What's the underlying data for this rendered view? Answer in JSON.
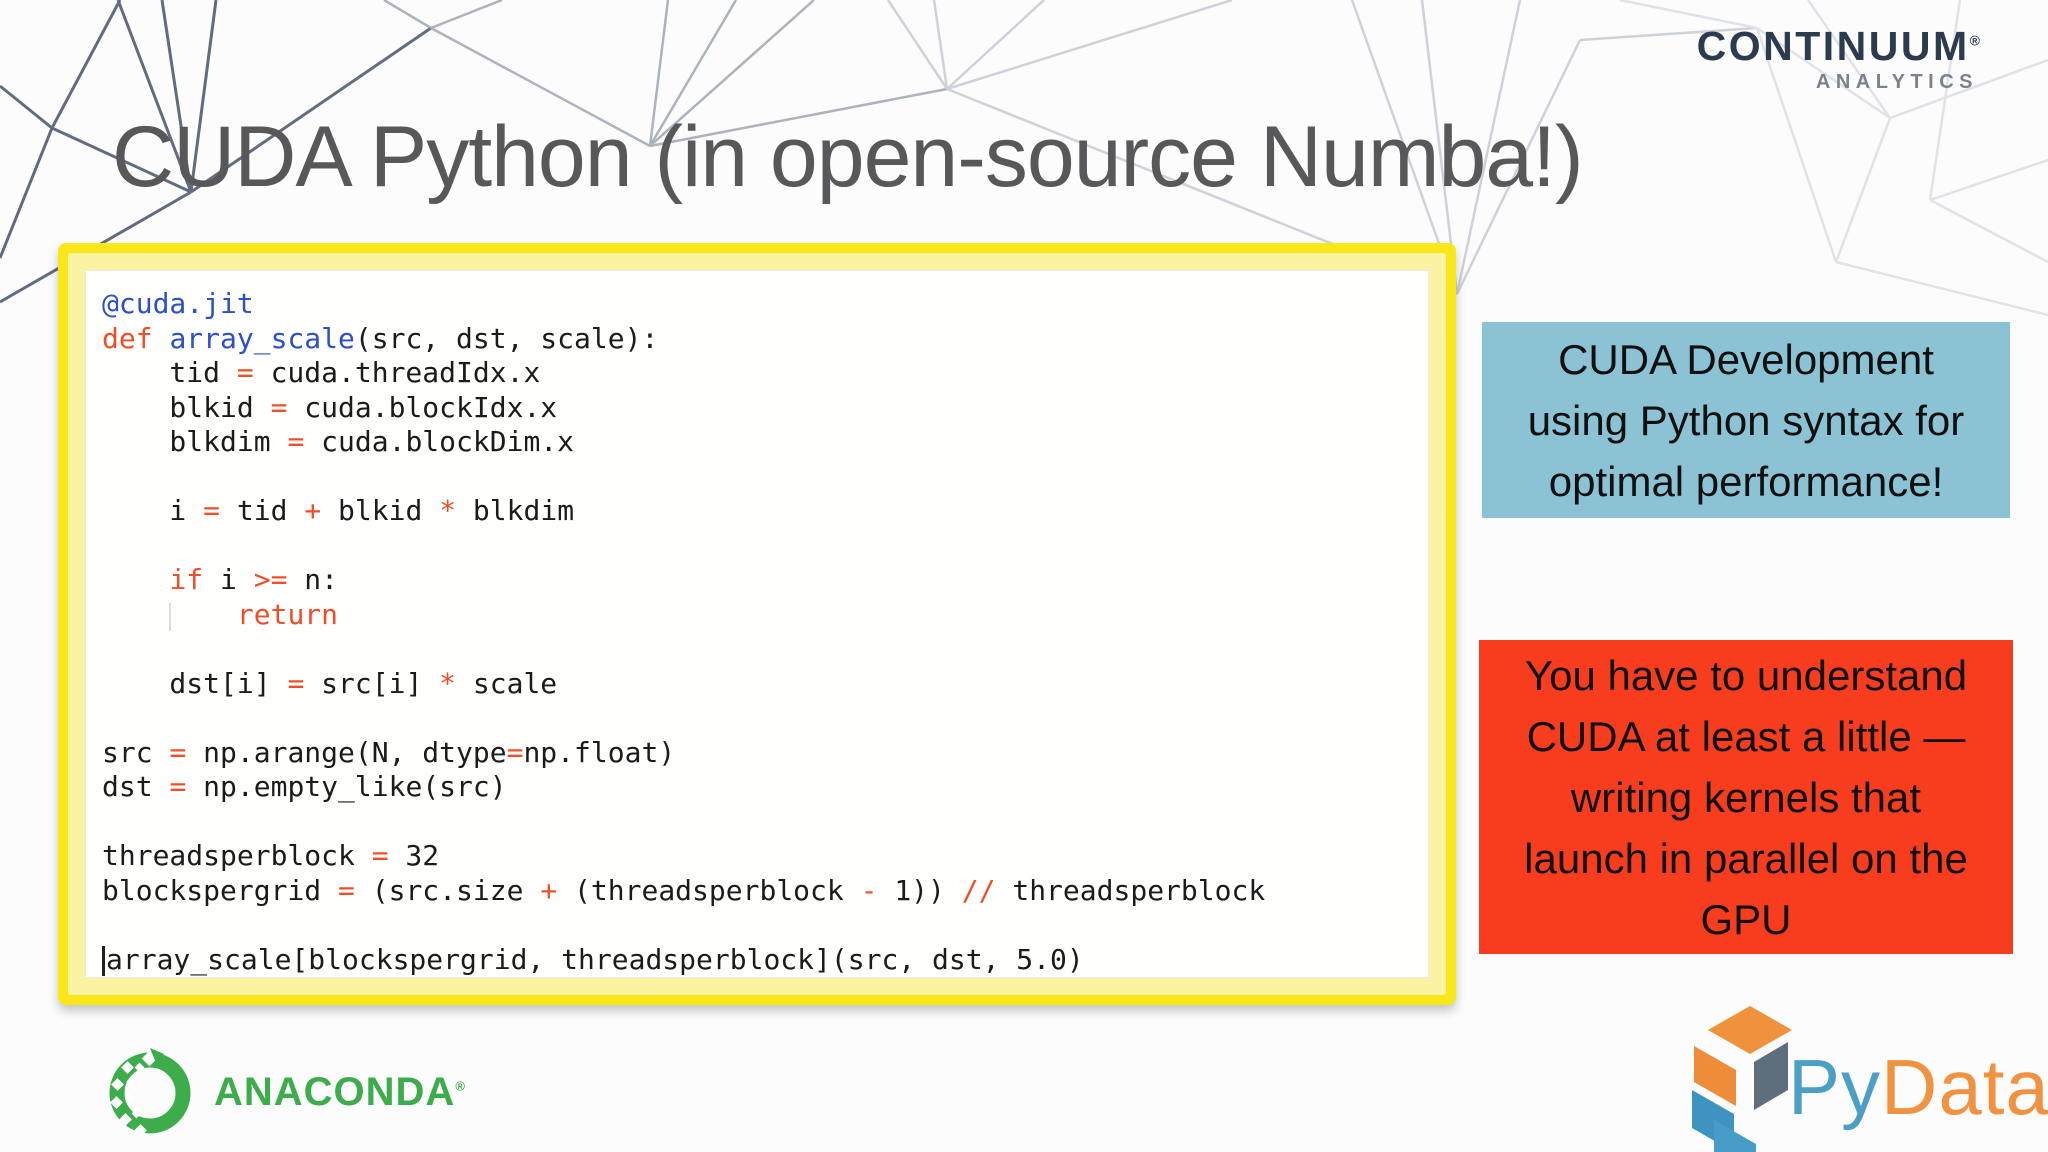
{
  "title": "CUDA Python (in open-source Numba!)",
  "logos": {
    "continuum": {
      "name": "CONTINUUM",
      "reg": "®",
      "sub": "ANALYTICS"
    },
    "anaconda": {
      "text": "ANACONDA",
      "reg": "®"
    },
    "pydata": {
      "py": "Py",
      "data": "Data"
    }
  },
  "callouts": {
    "blue": {
      "bg": "#8cc3d4",
      "lines": [
        "CUDA Development",
        "using Python syntax for",
        "optimal performance!"
      ]
    },
    "red": {
      "bg": "#f83d1f",
      "lines": [
        "You have to understand",
        "CUDA at least a little —",
        "writing kernels that",
        "launch in parallel on the",
        "GPU"
      ]
    }
  },
  "code": {
    "lines": [
      [
        [
          "b",
          "@cuda.jit"
        ]
      ],
      [
        [
          "o",
          "def"
        ],
        [
          "k",
          " "
        ],
        [
          "b",
          "array_scale"
        ],
        [
          "k",
          "(src, dst, scale):"
        ]
      ],
      [
        [
          "k",
          "    tid "
        ],
        [
          "o",
          "="
        ],
        [
          "k",
          " cuda.threadIdx.x"
        ]
      ],
      [
        [
          "k",
          "    blkid "
        ],
        [
          "o",
          "="
        ],
        [
          "k",
          " cuda.blockIdx.x"
        ]
      ],
      [
        [
          "k",
          "    blkdim "
        ],
        [
          "o",
          "="
        ],
        [
          "k",
          " cuda.blockDim.x"
        ]
      ],
      [],
      [
        [
          "k",
          "    i "
        ],
        [
          "o",
          "="
        ],
        [
          "k",
          " tid "
        ],
        [
          "o",
          "+"
        ],
        [
          "k",
          " blkid "
        ],
        [
          "o",
          "*"
        ],
        [
          "k",
          " blkdim"
        ]
      ],
      [],
      [
        [
          "k",
          "    "
        ],
        [
          "o",
          "if"
        ],
        [
          "k",
          " i "
        ],
        [
          "o",
          ">="
        ],
        [
          "k",
          " n:"
        ]
      ],
      [
        [
          "k",
          "    "
        ],
        [
          "g",
          ""
        ],
        [
          "k",
          "    "
        ],
        [
          "o",
          "return"
        ]
      ],
      [],
      [
        [
          "k",
          "    dst[i] "
        ],
        [
          "o",
          "="
        ],
        [
          "k",
          " src[i] "
        ],
        [
          "o",
          "*"
        ],
        [
          "k",
          " scale"
        ]
      ],
      [],
      [
        [
          "k",
          "src "
        ],
        [
          "o",
          "="
        ],
        [
          "k",
          " np.arange(N, dtype"
        ],
        [
          "o",
          "="
        ],
        [
          "k",
          "np.float)"
        ]
      ],
      [
        [
          "k",
          "dst "
        ],
        [
          "o",
          "="
        ],
        [
          "k",
          " np.empty_like(src)"
        ]
      ],
      [],
      [
        [
          "k",
          "threadsperblock "
        ],
        [
          "o",
          "="
        ],
        [
          "k",
          " 32"
        ]
      ],
      [
        [
          "k",
          "blockspergrid "
        ],
        [
          "o",
          "="
        ],
        [
          "k",
          " (src.size "
        ],
        [
          "o",
          "+"
        ],
        [
          "k",
          " (threadsperblock "
        ],
        [
          "o",
          "-"
        ],
        [
          "k",
          " 1)) "
        ],
        [
          "o",
          "//"
        ],
        [
          "k",
          " threadsperblock"
        ]
      ],
      [],
      [
        [
          "cur",
          ""
        ],
        [
          "k",
          "array_scale[blockspergrid, threadsperblock](src, dst, 5.0)"
        ]
      ]
    ]
  },
  "colors": {
    "title_gray": "#58585a",
    "frame_yellow": "#f9e71a",
    "frame_pale_yellow": "#fbf2a2",
    "code_keyword_orange": "#ef4f28",
    "code_name_blue": "#2b50c8",
    "callout_blue_bg": "#8cc3d4",
    "callout_red_bg": "#f83d1f",
    "continuum_navy": "#2c3b4d",
    "continuum_gray": "#79838f",
    "anaconda_green": "#3dac4b",
    "pydata_blue": "#4b9fc4",
    "pydata_orange": "#f0923f"
  }
}
